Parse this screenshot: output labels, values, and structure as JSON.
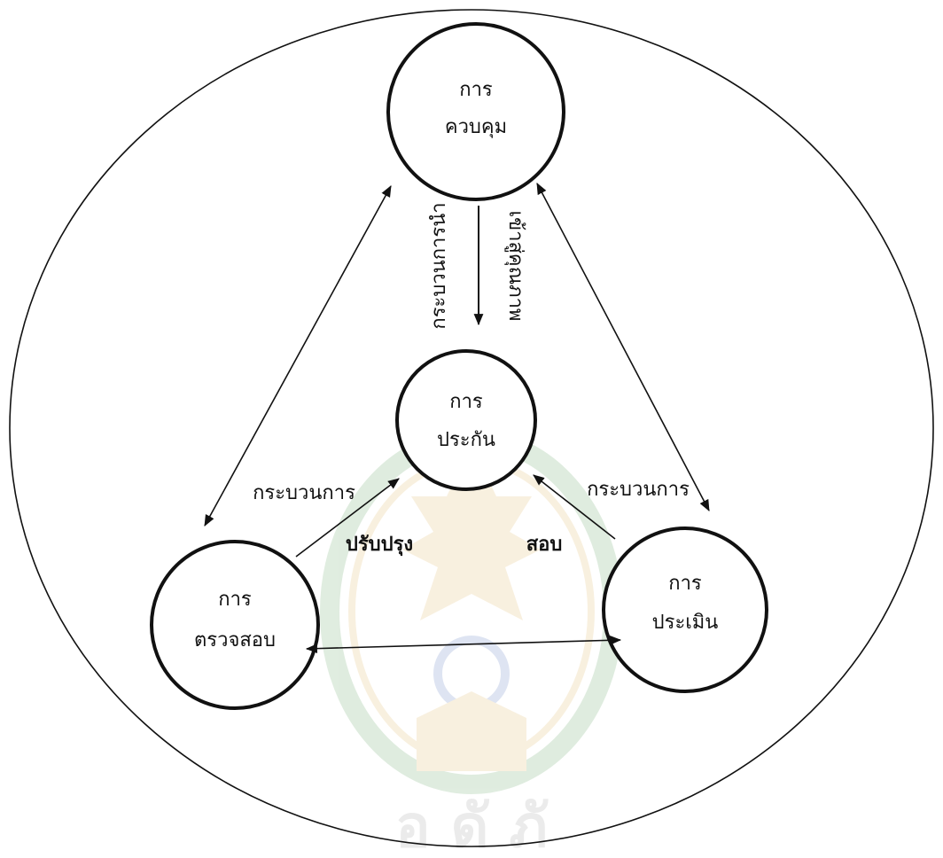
{
  "colors": {
    "ink": "#111111",
    "background": "#ffffff",
    "watermark_gold": "#d9a441",
    "watermark_green": "#3e8e3e",
    "watermark_blue": "#3a5fb0",
    "watermark_text": "#7a7a7a"
  },
  "nodes": {
    "control": {
      "line1": "การ",
      "line2": "ควบคุม"
    },
    "assurance": {
      "line1": "การ",
      "line2": "ประกัน"
    },
    "inspection": {
      "line1": "การ",
      "line2": "ตรวจสอบ"
    },
    "evaluation": {
      "line1": "การ",
      "line2": "ประเมิน"
    }
  },
  "edge_labels": {
    "vertical_left": "กระบวนการนำ",
    "vertical_right": "เข้าสู่คุณภาพ",
    "left_process": "กระบวนการ",
    "improve": "ปรับปรุง",
    "right_process": "กระบวนการ",
    "test": "สอบ"
  },
  "watermark": {
    "icon": "university-seal-icon",
    "text": "อ      ดั            ภั"
  }
}
